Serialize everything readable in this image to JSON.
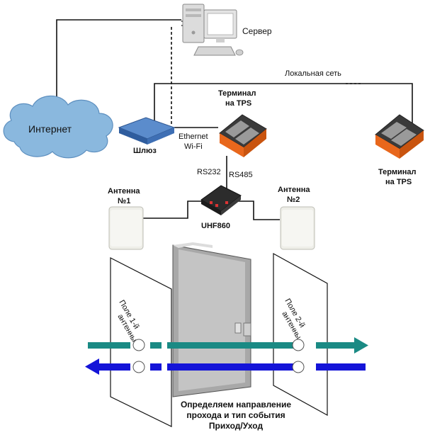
{
  "labels": {
    "server": "Сервер",
    "local_network": "Локальная сеть",
    "internet": "Интернет",
    "gateway": "Шлюз",
    "ethernet": "Ethernet",
    "wifi": "Wi-Fi",
    "terminal_main_line1": "Терминал",
    "terminal_main_line2": "на TPS",
    "terminal_right_line1": "Терминал",
    "terminal_right_line2": "на TPS",
    "rs232": "RS232",
    "rs485": "RS485",
    "antenna1_line1": "Антенна",
    "antenna1_line2": "№1",
    "antenna2_line1": "Антенна",
    "antenna2_line2": "№2",
    "reader": "UHF860",
    "field1_line1": "Поле 1-й",
    "field1_line2": "антенны",
    "field2_line1": "Поле 2-й",
    "field2_line2": "антенны",
    "caption_line1": "Определяем направление",
    "caption_line2": "прохода и тип события",
    "caption_line3": "Приход/Уход"
  },
  "icons": {
    "server": "desktop-computer-icon",
    "internet": "cloud-icon",
    "gateway": "router-icon",
    "terminal": "tps-terminal-icon",
    "reader": "uhf-reader-icon",
    "antenna": "panel-antenna-icon",
    "door": "door-icon"
  },
  "colors": {
    "cloud": "#8ab8de",
    "terminal_accent": "#e8671c",
    "arrow_in": "#1a8a84",
    "arrow_out": "#1414d8",
    "gateway": "#3e6fb4"
  }
}
